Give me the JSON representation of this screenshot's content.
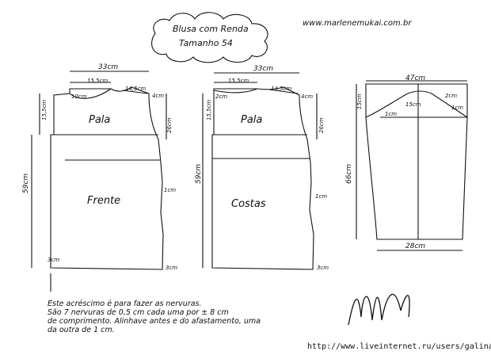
{
  "title": {
    "line1": "Blusa com Renda",
    "line2": "Tamanho 54"
  },
  "website": "www.marlenemukai.com.br",
  "footer_url": "http://www.liveinternet.ru/users/galina_o/",
  "note": {
    "line1": "Este acréscimo é para fazer as nervuras.",
    "line2": "São 7 nervuras de 0,5 cm cada uma por ± 8 cm",
    "line3": "de comprimento. Alinhave antes e do afastamento, uma",
    "line4": "da outra de 1 cm."
  },
  "front": {
    "name": "Frente",
    "yoke": "Pala",
    "width": "33cm",
    "neck_width": "15,5cm",
    "shoulder": "14,5cm",
    "neck_depth": "10cm",
    "shoulder_drop": "4cm",
    "armhole": "26cm",
    "yoke_height": "15,5cm",
    "length": "59cm",
    "waist_in": "1cm",
    "hem_right": "3cm",
    "hem_left": "3cm"
  },
  "back": {
    "name": "Costas",
    "yoke": "Pala",
    "width": "33cm",
    "neck_width": "15,5cm",
    "shoulder": "14,5cm",
    "neck_depth": "2cm",
    "shoulder_drop": "4cm",
    "armhole": "26cm",
    "yoke_height": "15,5cm",
    "length": "59cm",
    "waist_in": "1cm",
    "hem_right": "3cm"
  },
  "sleeve": {
    "width": "47cm",
    "cap_height": "15cm",
    "cap_mid": "15cm",
    "cap_right": "2cm",
    "cap_left": "1cm",
    "cap_right2": "1cm",
    "length": "66cm",
    "cuff": "28cm"
  }
}
